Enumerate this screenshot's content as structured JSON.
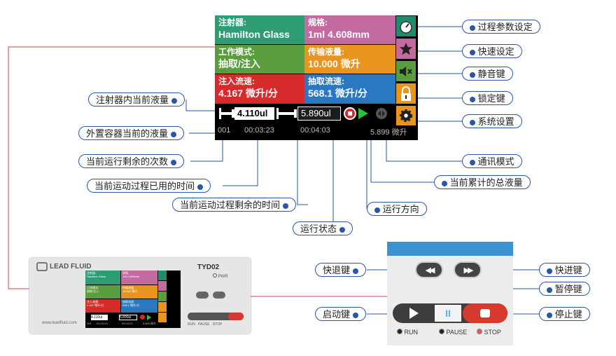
{
  "screen": {
    "tiles": [
      {
        "title": "注射器:",
        "value": "Hamilton Glass",
        "color": "#2f9d74"
      },
      {
        "title": "规格:",
        "value": "1ml 4.608mm",
        "color": "#c36aa0"
      },
      {
        "title": "工作模式:",
        "value": "抽取/注入",
        "color": "#5a9d3e"
      },
      {
        "title": "传输液量:",
        "value": "10.000  微升",
        "color": "#e8941e"
      },
      {
        "title": "注入流速:",
        "value": "4.167  微升/分",
        "color": "#d72a2a"
      },
      {
        "title": "抽取流速:",
        "value": "568.1  微升/分",
        "color": "#2a78c2"
      }
    ],
    "side_icons": [
      "gauge-icon",
      "star-icon",
      "mute-icon",
      "lock-icon",
      "gear-icon"
    ],
    "syringe_volume": "4.110ul",
    "external_volume": "5.890ul",
    "count": "001",
    "elapsed": "00:03:23",
    "remaining": "00:04:03",
    "total_volume": "5.899 微升"
  },
  "labels": {
    "process_params": "过程参数设定",
    "quick_set": "快速设定",
    "mute": "静音键",
    "lock": "锁定键",
    "system": "系统设置",
    "syringe_current": "注射器内当前液量",
    "external_current": "外置容器当前的液量",
    "remaining_count": "当前运行剩余的次数",
    "elapsed_time": "当前运动过程已用的时间",
    "remaining_time": "当前运动过程剩余的时间",
    "run_status": "运行状态",
    "run_direction": "运行方向",
    "total_volume": "当前累计的总液量",
    "comm_mode": "通讯模式",
    "rewind": "快退键",
    "forward": "快进键",
    "pause": "暂停键",
    "start": "启动键",
    "stop": "停止键"
  },
  "device": {
    "brand": "LEAD FLUID",
    "model": "TYD02",
    "pwr": "PWR",
    "website": "www.leadfluid.com",
    "mini_lines": [
      "注射器:",
      "Hamilton Glass",
      "规格:",
      "1ml 4.608mm",
      "工作模式:",
      "抽取/注入",
      "传输液量:",
      "10.000 微升",
      "注入流速:",
      "4.167 微升/分",
      "抽取流速:",
      "568.1 微升/分"
    ],
    "mini_syringe": "4.110ul",
    "mini_external": "5.890ul",
    "mini_count": "001",
    "mini_elapsed": "00:03:23",
    "mini_remaining": "00:04:03",
    "mini_total": "5.899 微升",
    "leds": [
      "RUN",
      "PAUSE",
      "STOP"
    ]
  },
  "keypad": {
    "leds": [
      "RUN",
      "PAUSE",
      "STOP"
    ],
    "colors": {
      "accent": "#3a93cf",
      "stop": "#d63a2f",
      "pause": "#5fb1e6",
      "line": "#2a57a3",
      "red_line": "#d64040"
    }
  }
}
